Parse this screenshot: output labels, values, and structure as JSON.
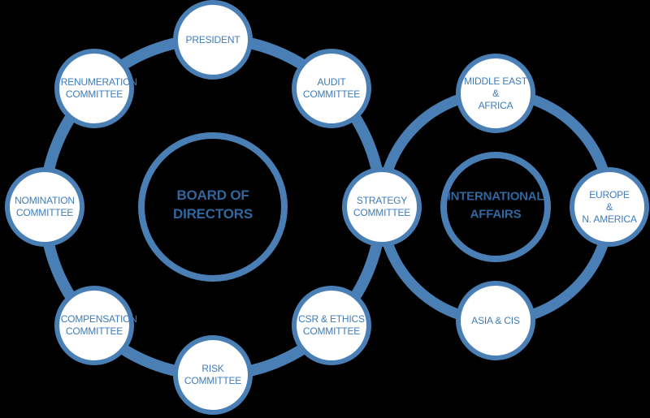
{
  "diagram": {
    "title": "Corporate governance structure diagram",
    "colors": {
      "background": "#000000",
      "ring": "#4a7fb5",
      "node_fill": "#ffffff",
      "node_border": "#4a7fb5",
      "node_label": "#3e7cba",
      "hub_label": "#31669e"
    },
    "hubs": [
      {
        "id": "board-of-directors",
        "label": "BOARD OF\nDIRECTORS"
      },
      {
        "id": "international-affairs",
        "label": "INTERNATIONAL\nAFFAIRS"
      }
    ],
    "nodes": [
      {
        "id": "president",
        "label": "PRESIDENT"
      },
      {
        "id": "audit-committee",
        "label": "AUDIT\nCOMMITTEE"
      },
      {
        "id": "strategy-committee",
        "label": "STRATEGY\nCOMMITTEE"
      },
      {
        "id": "csr-ethics-committee",
        "label": "CSR & ETHICS\nCOMMITTEE"
      },
      {
        "id": "risk-committee",
        "label": "RISK\nCOMMITTEE"
      },
      {
        "id": "compensation-committee",
        "label": "COMPENSATION\nCOMMITTEE"
      },
      {
        "id": "nomination-committee",
        "label": "NOMINATION\nCOMMITTEE"
      },
      {
        "id": "renumeration-committee",
        "label": "RENUMERATION\nCOMMITTEE"
      },
      {
        "id": "middle-east-africa",
        "label": "MIDDLE EAST\n&\nAFRICA"
      },
      {
        "id": "europe-n-america",
        "label": "EUROPE\n&\nN. AMERICA"
      },
      {
        "id": "asia-cis",
        "label": "ASIA & CIS"
      }
    ]
  }
}
